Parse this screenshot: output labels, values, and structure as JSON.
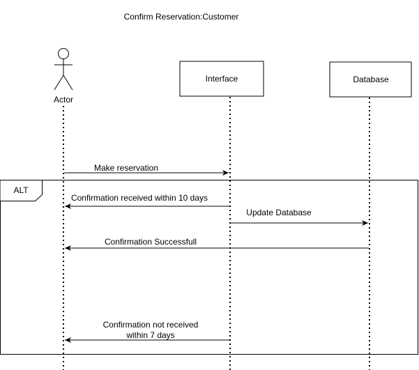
{
  "diagram": {
    "title": "Confirm Reservation:Customer",
    "actor": {
      "label": "Actor"
    },
    "participants": {
      "interface": "Interface",
      "database": "Database"
    },
    "fragment": {
      "operator": "ALT"
    },
    "messages": [
      {
        "label": "Make reservation"
      },
      {
        "label": "Confirmation received within 10 days"
      },
      {
        "label": "Update Database"
      },
      {
        "label": "Confirmation Successfull"
      },
      {
        "label_line1": "Confirmation not received",
        "label_line2": "within 7 days"
      }
    ]
  }
}
